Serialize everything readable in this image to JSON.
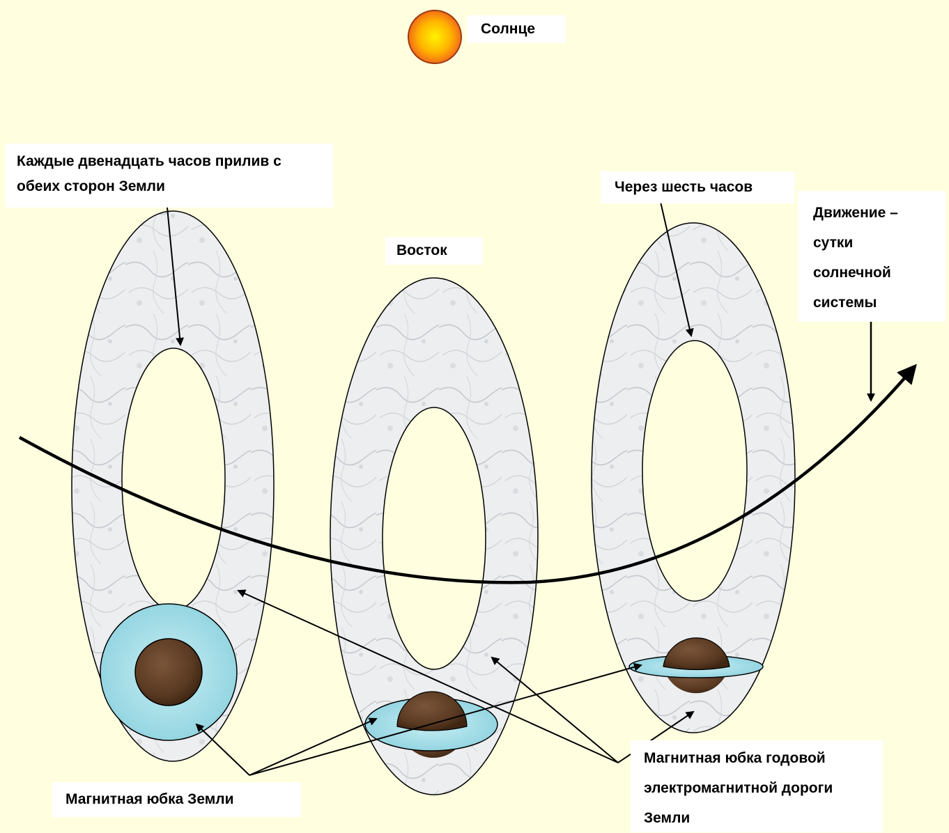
{
  "labels": {
    "sun": "Солнце",
    "tide": "Каждые двенадцать часов прилив с обеих сторон Земли",
    "east": "Восток",
    "six_hours": "Через шесть часов",
    "motion": "Движение – сутки солнечной системы",
    "earth_skirt": "Магнитная юбка Земли",
    "road_skirt": "Магнитная юбка годовой электромагнитной дороги Земли"
  },
  "colors": {
    "background": "#FFFFE0",
    "ring_fill": "#E9ECEE",
    "ring_vein": "#BFC4CA",
    "skirt": "#A8DEE8",
    "earth": "#5A3A22",
    "sun_core": "#FFF200",
    "sun_edge": "#F05A1E"
  }
}
